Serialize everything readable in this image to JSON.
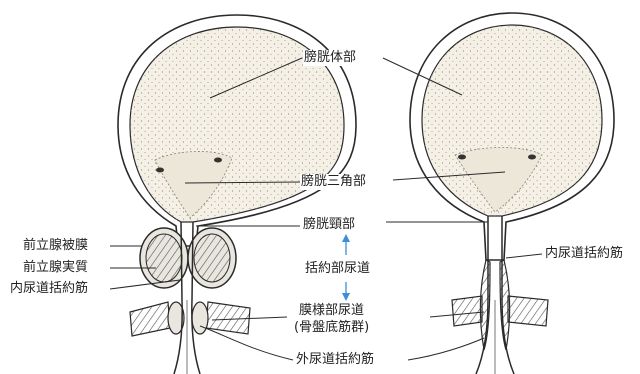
{
  "labels": {
    "bladder_body": "膀胱体部",
    "trigone": "膀胱三角部",
    "bladder_neck": "膀胱頸部",
    "sphincteric_urethra": "括約部尿道",
    "prostate_capsule": "前立腺被膜",
    "prostate_parenchyma": "前立腺実質",
    "internal_sphincter_left": "内尿道括約筋",
    "internal_sphincter_right": "内尿道括約筋",
    "membranous_urethra": "膜様部尿道",
    "pelvic_floor_muscles": "(骨盤底筋群)",
    "external_sphincter": "外尿道括約筋"
  },
  "colors": {
    "outline": "#2a2a2a",
    "bladder_fill": "#f4f0e6",
    "muscle_fill": "#e9e6df",
    "arrow": "#3b8fd6"
  }
}
